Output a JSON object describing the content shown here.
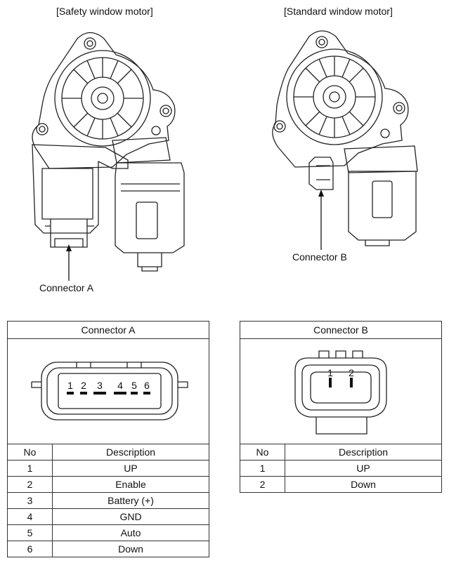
{
  "motors": {
    "safety": {
      "caption": "[Safety window motor]",
      "callout": "Connector A"
    },
    "standard": {
      "caption": "[Standard window motor]",
      "callout": "Connector B"
    }
  },
  "connector_a": {
    "title": "Connector A",
    "pin_labels": [
      "1",
      "2",
      "3",
      "4",
      "5",
      "6"
    ],
    "table": {
      "headers": [
        "No",
        "Description"
      ],
      "rows": [
        {
          "no": "1",
          "desc": "UP"
        },
        {
          "no": "2",
          "desc": "Enable"
        },
        {
          "no": "3",
          "desc": "Battery (+)"
        },
        {
          "no": "4",
          "desc": "GND"
        },
        {
          "no": "5",
          "desc": "Auto"
        },
        {
          "no": "6",
          "desc": "Down"
        }
      ]
    }
  },
  "connector_b": {
    "title": "Connector B",
    "pin_labels": [
      "1",
      "2"
    ],
    "table": {
      "headers": [
        "No",
        "Description"
      ],
      "rows": [
        {
          "no": "1",
          "desc": "UP"
        },
        {
          "no": "2",
          "desc": "Down"
        }
      ]
    }
  }
}
